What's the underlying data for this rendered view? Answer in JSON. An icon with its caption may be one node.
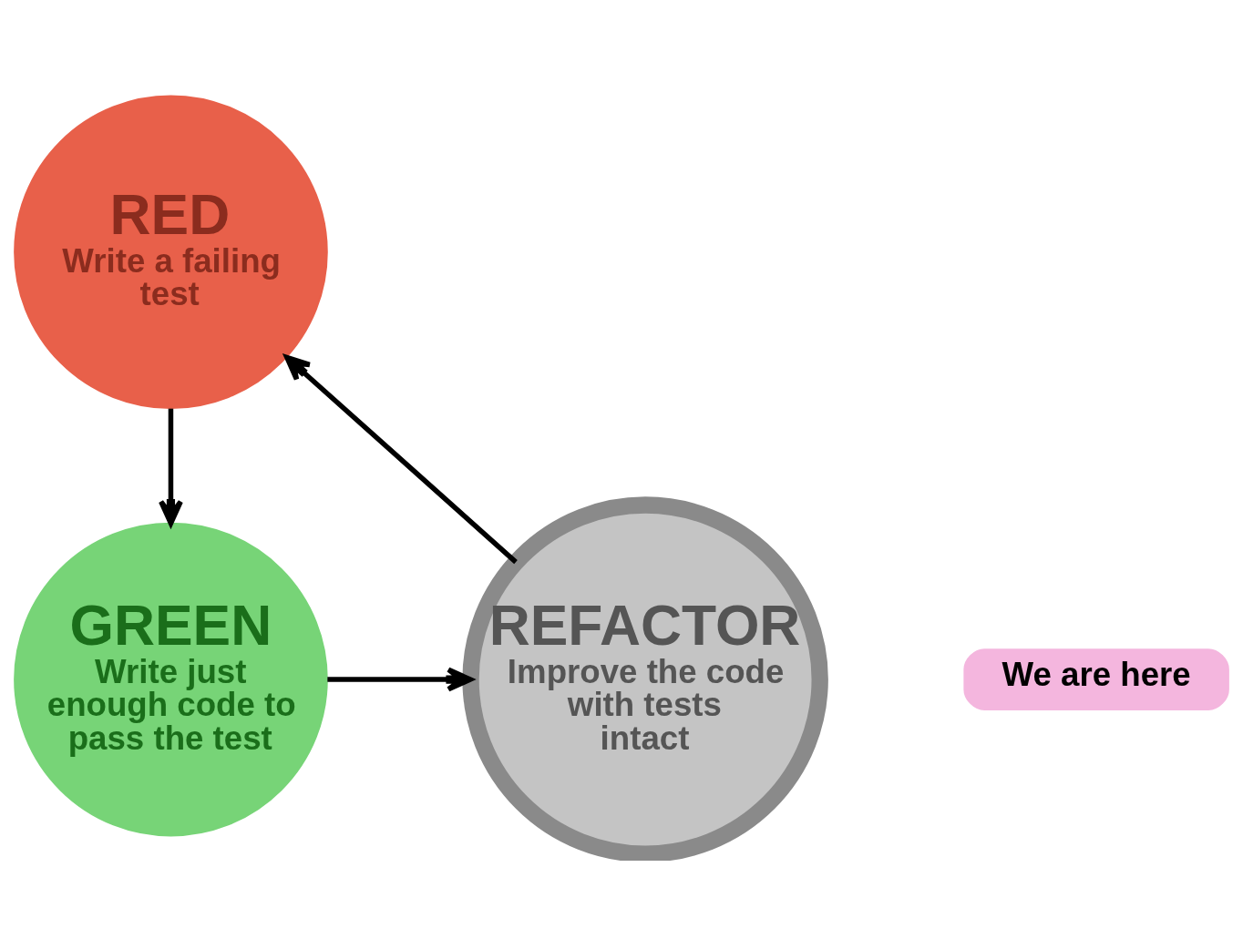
{
  "diagram": {
    "nodes": [
      {
        "text": [
          "RED",
          "Write a failing test"
        ]
      },
      {
        "text": [
          "GREEN",
          "Write just enough code to pass the test"
        ]
      },
      {
        "text": [
          "REFACTOR",
          "Improve the code with tests intact"
        ]
      },
      {
        "text": [
          "We are here"
        ]
      }
    ],
    "edges": [
      {
        "from": 0,
        "to": 1,
        "arrow": "to"
      },
      {
        "from": 1,
        "to": 2,
        "arrow": "to"
      },
      {
        "from": 2,
        "to": 0,
        "arrow": "to"
      }
    ]
  }
}
